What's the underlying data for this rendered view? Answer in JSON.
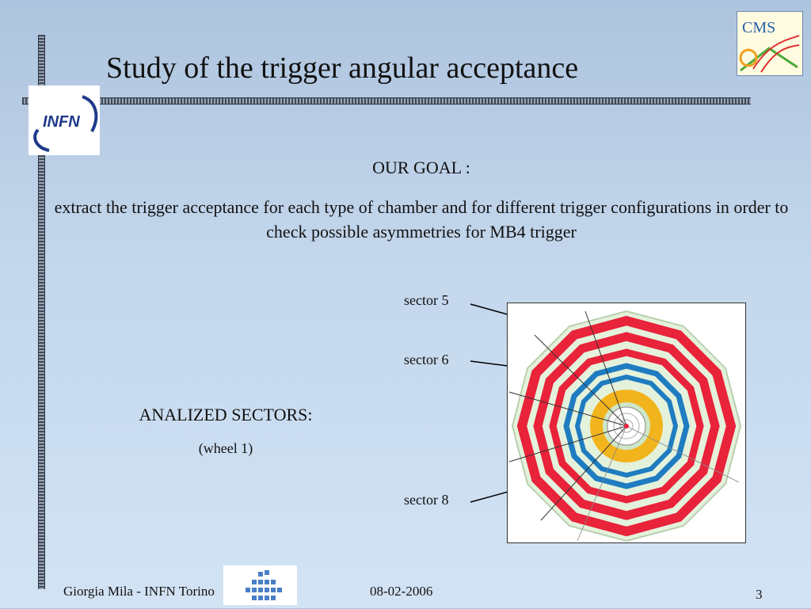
{
  "slide": {
    "title": "Study of the trigger angular acceptance",
    "goal_heading": "OUR GOAL :",
    "goal_text": "extract the trigger acceptance for each type of chamber and for different trigger configurations in order to check possible asymmetries for MB4 trigger",
    "sectors_heading": "ANALIZED SECTORS:",
    "sectors_sub": "(wheel 1)",
    "sector_labels": [
      "sector 5",
      "sector 6",
      "sector 8"
    ]
  },
  "logos": {
    "infn": "INFN",
    "cms": "CMS"
  },
  "footer": {
    "author": "Giorgia Mila - INFN Torino",
    "date": "08-02-2006",
    "page": "3"
  },
  "colors": {
    "background_top": "#aec4de",
    "background_bottom": "#d2e3f4",
    "muon_chamber": "#e8233a",
    "dt_blue": "#1f7cc0",
    "calorimeter": "#f2b41c",
    "yoke": "#d8ecd0"
  }
}
